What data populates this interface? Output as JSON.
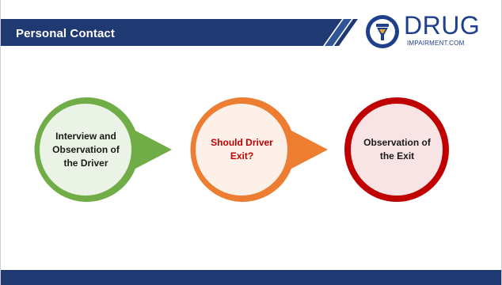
{
  "header": {
    "title": "Personal Contact"
  },
  "logo": {
    "name": "DRUG",
    "sub": "IMPAIRMENT.COM",
    "icon": "pill-bottle-icon"
  },
  "steps": [
    {
      "label": "Interview and Observation of the Driver",
      "ring_color": "#70ad47",
      "fill_color": "#ebf3e6",
      "label_color": "#1a1a1a"
    },
    {
      "label": "Should Driver Exit?",
      "ring_color": "#ed7d31",
      "fill_color": "#fdf0e8",
      "label_color": "#c00000"
    },
    {
      "label": "Observation of the Exit",
      "ring_color": "#c00000",
      "fill_color": "#f8e4e4",
      "label_color": "#1a1a1a"
    }
  ],
  "colors": {
    "header_bar": "#1f3a73",
    "accent_blue": "#2f5597",
    "footer_bar": "#1f3a73"
  }
}
